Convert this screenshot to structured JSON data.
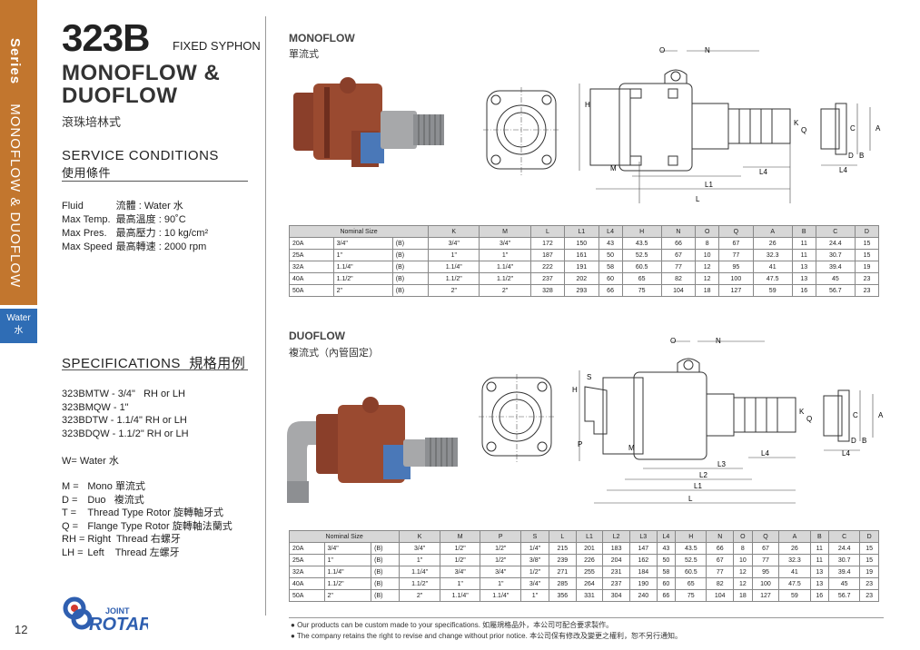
{
  "side": {
    "series_label": "Series",
    "series_name": "MONOFLOW & DUOFLOW",
    "medium": "Water",
    "medium_cn": "水"
  },
  "page_number": "12",
  "header": {
    "model": "323B",
    "model_type": "FIXED SYPHON",
    "title_line1": "MONOFLOW &",
    "title_line2": "DUOFLOW",
    "title_cn": "滾珠培林式"
  },
  "service_conditions": {
    "heading": "SERVICE CONDITIONS",
    "heading_cn": "使用條件",
    "rows": [
      {
        "label": "Fluid",
        "value": "流體 : Water 水"
      },
      {
        "label": "Max Temp.",
        "value": "最高溫度 : 90˚C"
      },
      {
        "label": "Max Pres.",
        "value": "最高壓力 : 10 kg/cm²"
      },
      {
        "label": "Max Speed",
        "value": "最高轉速 : 2000 rpm"
      }
    ]
  },
  "specifications": {
    "heading": "SPECIFICATIONS",
    "heading_cn": "規格用例",
    "models": [
      "323BMTW - 3/4\"   RH or LH",
      "323BMQW - 1\"",
      "323BDTW - 1.1/4\" RH or LH",
      "323BDQW - 1.1/2\" RH or LH"
    ],
    "water": {
      "code": "W=",
      "desc": "Water 水"
    },
    "codes": [
      {
        "code": "M =",
        "desc": "Mono 單流式"
      },
      {
        "code": "D =",
        "desc": "Duo   複流式"
      },
      {
        "code": "T =",
        "desc": "Thread Type Rotor 旋轉軸牙式"
      },
      {
        "code": "Q =",
        "desc": "Flange Type Rotor 旋轉軸法蘭式"
      },
      {
        "code": "RH =",
        "desc": "Right  Thread 右螺牙"
      },
      {
        "code": "LH =",
        "desc": "Left    Thread 左螺牙"
      }
    ]
  },
  "monoflow": {
    "heading": "MONOFLOW",
    "heading_cn": "單流式",
    "labels": {
      "O": "O",
      "N": "N",
      "H": "H",
      "K": "K",
      "Q": "Q",
      "C": "C",
      "A": "A",
      "D": "D",
      "B": "B",
      "L4": "L4",
      "L1": "L1",
      "L": "L",
      "M": "M"
    },
    "table": {
      "headers": [
        "Nominal Size",
        "K",
        "M",
        "L",
        "L1",
        "L4",
        "H",
        "N",
        "O",
        "Q",
        "A",
        "B",
        "C",
        "D"
      ],
      "rows": [
        [
          "20A",
          "3/4\"",
          "(B)",
          "3/4\"",
          "3/4\"",
          "172",
          "150",
          "43",
          "43.5",
          "66",
          "8",
          "67",
          "26",
          "11",
          "24.4",
          "15"
        ],
        [
          "25A",
          "1\"",
          "(B)",
          "1\"",
          "1\"",
          "187",
          "161",
          "50",
          "52.5",
          "67",
          "10",
          "77",
          "32.3",
          "11",
          "30.7",
          "15"
        ],
        [
          "32A",
          "1.1/4\"",
          "(B)",
          "1.1/4\"",
          "1.1/4\"",
          "222",
          "191",
          "58",
          "60.5",
          "77",
          "12",
          "95",
          "41",
          "13",
          "39.4",
          "19"
        ],
        [
          "40A",
          "1.1/2\"",
          "(B)",
          "1.1/2\"",
          "1.1/2\"",
          "237",
          "202",
          "60",
          "65",
          "82",
          "12",
          "100",
          "47.5",
          "13",
          "45",
          "23"
        ],
        [
          "50A",
          "2\"",
          "(B)",
          "2\"",
          "2\"",
          "328",
          "293",
          "66",
          "75",
          "104",
          "18",
          "127",
          "59",
          "16",
          "56.7",
          "23"
        ]
      ]
    }
  },
  "duoflow": {
    "heading": "DUOFLOW",
    "heading_cn": "複流式（內管固定）",
    "labels": {
      "O": "O",
      "N": "N",
      "H": "H",
      "S": "S",
      "K": "K",
      "Q": "Q",
      "C": "C",
      "A": "A",
      "D": "D",
      "B": "B",
      "L4": "L4",
      "L3": "L3",
      "L2": "L2",
      "L1": "L1",
      "L": "L",
      "M": "M",
      "P": "P"
    },
    "table": {
      "headers": [
        "Nominal Size",
        "K",
        "M",
        "P",
        "S",
        "L",
        "L1",
        "L2",
        "L3",
        "L4",
        "H",
        "N",
        "O",
        "Q",
        "A",
        "B",
        "C",
        "D"
      ],
      "rows": [
        [
          "20A",
          "3/4\"",
          "(B)",
          "3/4\"",
          "1/2\"",
          "1/2\"",
          "1/4\"",
          "215",
          "201",
          "183",
          "147",
          "43",
          "43.5",
          "66",
          "8",
          "67",
          "26",
          "11",
          "24.4",
          "15"
        ],
        [
          "25A",
          "1\"",
          "(B)",
          "1\"",
          "1/2\"",
          "1/2\"",
          "3/8\"",
          "239",
          "226",
          "204",
          "162",
          "50",
          "52.5",
          "67",
          "10",
          "77",
          "32.3",
          "11",
          "30.7",
          "15"
        ],
        [
          "32A",
          "1.1/4\"",
          "(B)",
          "1.1/4\"",
          "3/4\"",
          "3/4\"",
          "1/2\"",
          "271",
          "255",
          "231",
          "184",
          "58",
          "60.5",
          "77",
          "12",
          "95",
          "41",
          "13",
          "39.4",
          "19"
        ],
        [
          "40A",
          "1.1/2\"",
          "(B)",
          "1.1/2\"",
          "1\"",
          "1\"",
          "3/4\"",
          "285",
          "264",
          "237",
          "190",
          "60",
          "65",
          "82",
          "12",
          "100",
          "47.5",
          "13",
          "45",
          "23"
        ],
        [
          "50A",
          "2\"",
          "(B)",
          "2\"",
          "1.1/4\"",
          "1.1/4\"",
          "1\"",
          "356",
          "331",
          "304",
          "240",
          "66",
          "75",
          "104",
          "18",
          "127",
          "59",
          "16",
          "56.7",
          "23"
        ]
      ]
    }
  },
  "footer": {
    "line1": "Our products can be custom made to your specifications. 如屬規格品外，本公司可配合要求製作。",
    "line2": "The company retains the right to revise and change without prior notice. 本公司保有修改及變更之權利，恕不另行通知。"
  },
  "logo": {
    "top": "JOINT",
    "bottom": "ROTARY"
  },
  "colors": {
    "accent": "#c2762e",
    "water": "#2f6db5",
    "logo": "#2f5fb0"
  }
}
